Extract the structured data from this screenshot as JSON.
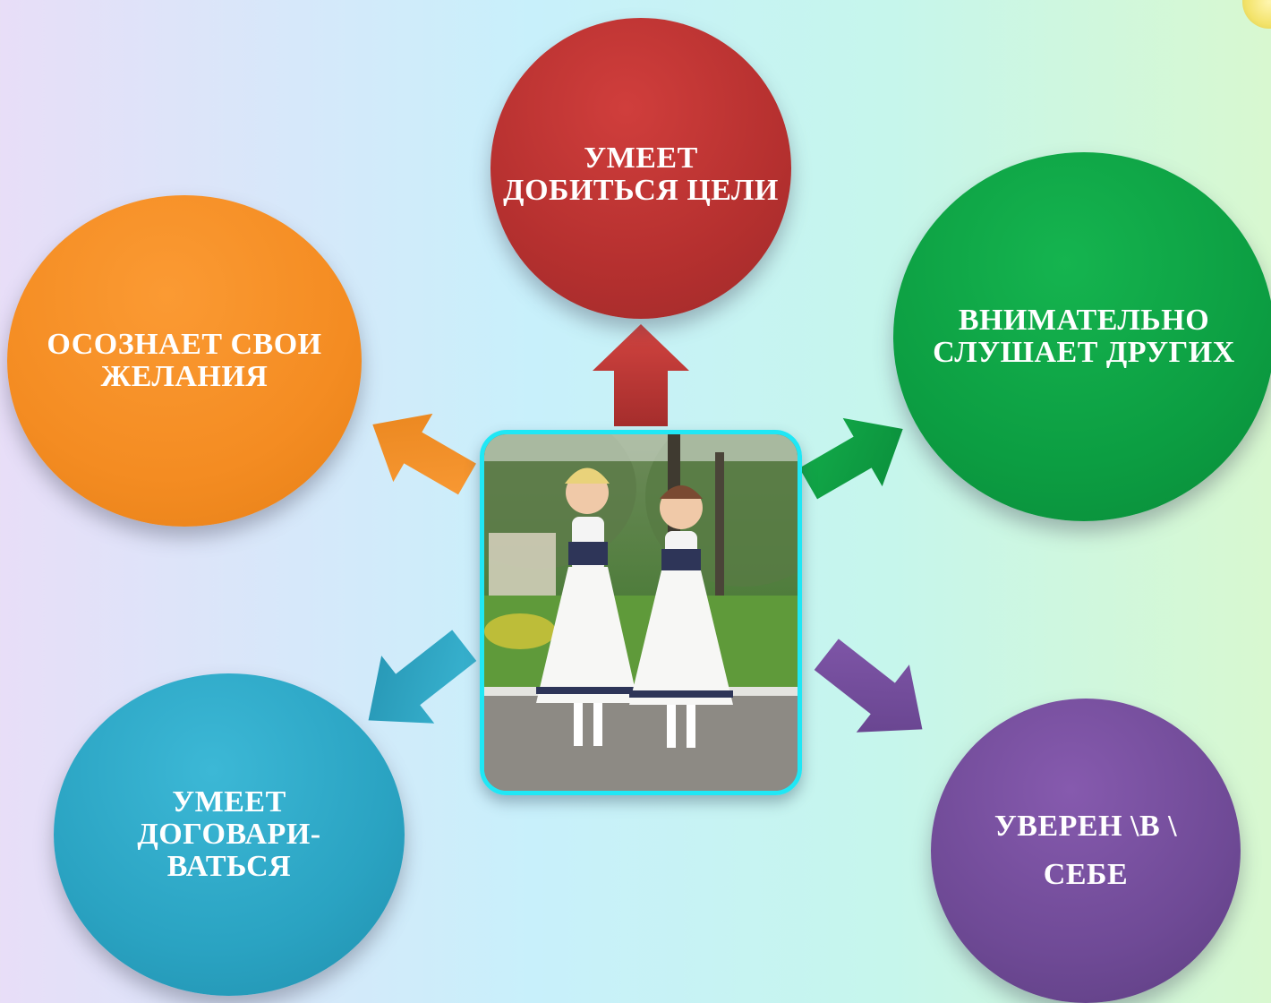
{
  "diagram": {
    "nodes": [
      {
        "id": "top",
        "label": "УМЕЕТ\nДОБИТЬСЯ ЦЕЛИ",
        "color": "#b5302f"
      },
      {
        "id": "left",
        "label": "ОСОЗНАЕТ СВОИ\nЖЕЛАНИЯ",
        "color": "#f48c22"
      },
      {
        "id": "right",
        "label": "ВНИМАТЕЛЬНО\nСЛУШАЕТ ДРУГИХ",
        "color": "#0c9e42"
      },
      {
        "id": "bottom_left",
        "label": "УМЕЕТ\nДОГОВАРИ-\nВАТЬСЯ",
        "color": "#2aa3c2"
      },
      {
        "id": "bottom_right",
        "label": "УВЕРЕН \\В \\\nСЕБЕ",
        "color": "#6f4a96"
      }
    ],
    "center": {
      "content": "photo of two girls in white dresses",
      "border_color": "#20e7f5"
    }
  }
}
